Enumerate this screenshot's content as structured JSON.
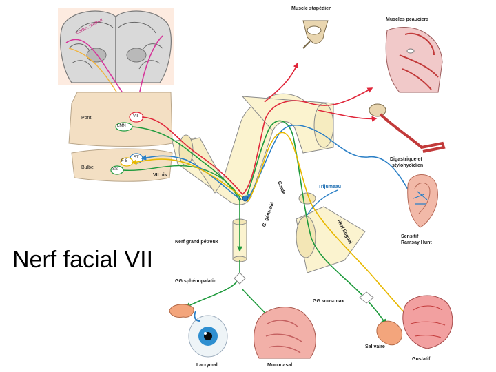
{
  "slide": {
    "title": "Nerf facial VII"
  },
  "labels": {
    "stapedius": "Muscle stapédien",
    "cutaneous": "Muscles peauciers",
    "digastric_1": "Digastrique et",
    "digastric_2": "stylohyoïdien",
    "trijumeau": "Trijumeau",
    "sensitif_1": "Sensitif",
    "sensitif_2": "Ramsay Hunt",
    "pont": "Pont",
    "bulbe": "Bulbe",
    "vii_bis": "VII bis",
    "nucleus_vii": "VII",
    "nucleus_lmn": "LMN",
    "nucleus_fs": "F S",
    "nucleus_st": "ST",
    "nucleus_ss": "SS",
    "corde": "Corde",
    "g_genicule": "G. géniculé",
    "nerf_lingual": "Nerf lingual",
    "grand_petreux": "Nerf grand pétreux",
    "gg_sphenopalatin": "GG sphénopalatin",
    "gg_sous_max": "GG sous-max",
    "lacrymal": "Lacrymal",
    "muconasal": "Muconasal",
    "salivaire": "Salivaire",
    "gustatif": "Gustatif",
    "cortex": "cortex moteur"
  },
  "colors": {
    "motor": "#e0263a",
    "parasympathetic": "#1e9a3c",
    "sensory": "#2a7fc6",
    "gustatory": "#f2cf3a",
    "cortical": "#d6359a",
    "nerve_fill": "#fbf3cf",
    "brainstem": "#f3dfc3"
  }
}
